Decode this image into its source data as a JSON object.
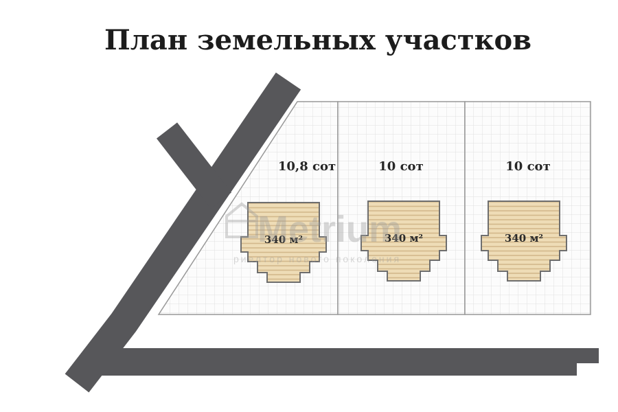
{
  "title": "План земельных участков",
  "colors": {
    "road": "#57575a",
    "plot_fill": "#fcfcfc",
    "grid_line": "#e0e0e0",
    "plot_border": "#989898",
    "house_fill": "#eedcb6",
    "house_stripe": "#d2b88b",
    "house_border": "#6e6e6e",
    "title_text": "#1c1c1c"
  },
  "plots": [
    {
      "id": "plot-1",
      "area_label": "10,8 сот",
      "house_area": "340 м²"
    },
    {
      "id": "plot-2",
      "area_label": "10 сот",
      "house_area": "340 м²"
    },
    {
      "id": "plot-3",
      "area_label": "10 сот",
      "house_area": "340 м²"
    }
  ],
  "watermark": {
    "brand": "Metrium",
    "tagline": "риелтор нового поколения"
  }
}
